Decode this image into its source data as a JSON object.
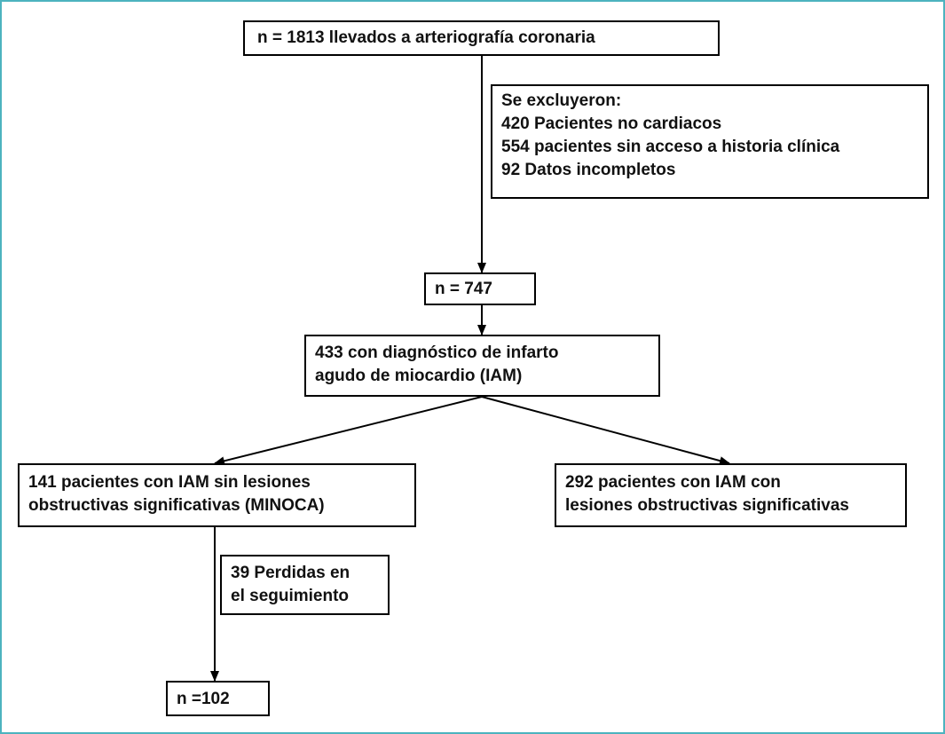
{
  "diagram": {
    "line_color": "#000000",
    "frame_color": "#4db3bf",
    "nodes": {
      "start": {
        "lines": [
          "n = 1813 llevados a arteriografía coronaria"
        ]
      },
      "excluded": {
        "lines": [
          "Se excluyeron:",
          "420 Pacientes no cardiacos",
          "554 pacientes sin acceso a historia clínica",
          "92  Datos incompletos"
        ]
      },
      "n747": {
        "lines": [
          "n = 747"
        ]
      },
      "iam": {
        "lines": [
          "433 con diagnóstico  de infarto",
          "agudo de miocardio (IAM)"
        ]
      },
      "minoca": {
        "lines": [
          "141 pacientes con IAM sin lesiones",
          "obstructivas significativas (MINOCA)"
        ]
      },
      "obstructive": {
        "lines": [
          "292 pacientes con IAM con",
          "lesiones obstructivas significativas"
        ]
      },
      "lost": {
        "lines": [
          "39  Perdidas en",
          "el seguimiento"
        ]
      },
      "final": {
        "lines": [
          "n =102"
        ]
      }
    },
    "edges": [
      {
        "from": "start",
        "to": "n747"
      },
      {
        "from": "n747",
        "to": "iam"
      },
      {
        "from": "iam",
        "to": "minoca"
      },
      {
        "from": "iam",
        "to": "obstructive"
      },
      {
        "from": "minoca",
        "to": "final"
      }
    ]
  }
}
